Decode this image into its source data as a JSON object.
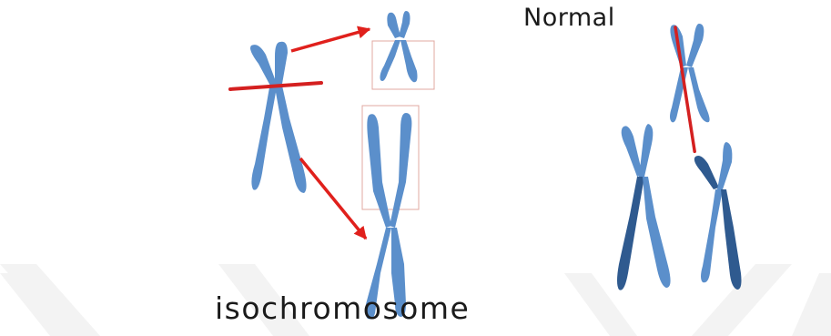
{
  "labels": {
    "normal": "Normal",
    "isochromosome": "isochromosome"
  },
  "colors": {
    "chromosome": "#5b8fcb",
    "chromosome_dark": "#2f5a8f",
    "arrow": "#e0201c",
    "cut_line": "#d42020",
    "highlight_box": "#e0a8a0",
    "watermark": "#f4f4f4"
  },
  "icons": {
    "arrow": "red-arrow-icon",
    "cut": "cleavage-line"
  }
}
